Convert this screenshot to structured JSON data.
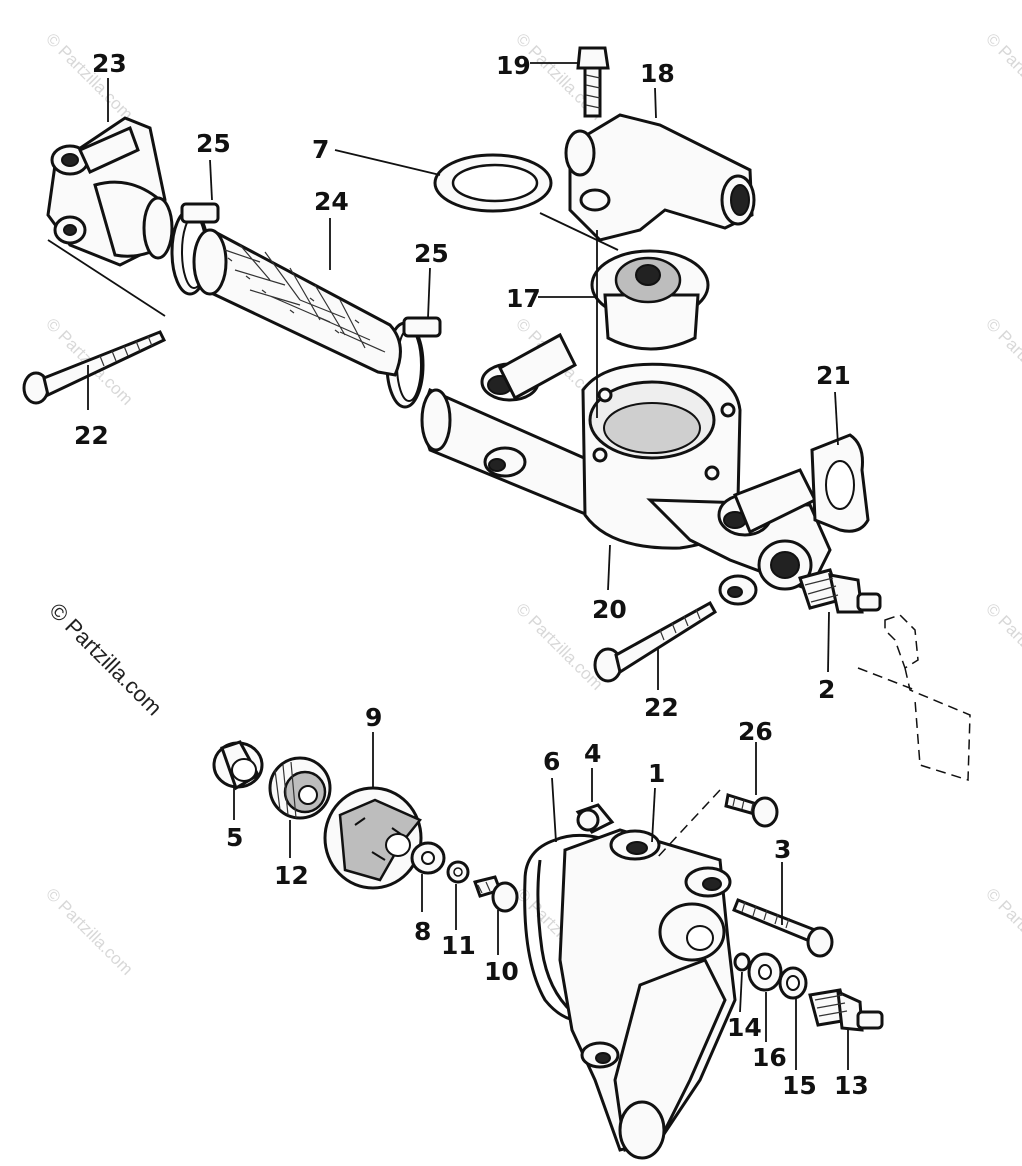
{
  "watermark": {
    "text": "© Partzilla.com",
    "color": "#d8d8d8"
  },
  "main_watermark": {
    "text": "© Partzilla.com"
  },
  "callouts": {
    "p1": "1",
    "p2": "2",
    "p3": "3",
    "p4": "4",
    "p5": "5",
    "p6": "6",
    "p7": "7",
    "p8": "8",
    "p9": "9",
    "p10": "10",
    "p11": "11",
    "p12": "12",
    "p13": "13",
    "p14": "14",
    "p15": "15",
    "p16": "16",
    "p17": "17",
    "p18": "18",
    "p19": "19",
    "p20": "20",
    "p21": "21",
    "p22a": "22",
    "p22b": "22",
    "p23": "23",
    "p24": "24",
    "p25a": "25",
    "p25b": "25",
    "p26": "26"
  }
}
